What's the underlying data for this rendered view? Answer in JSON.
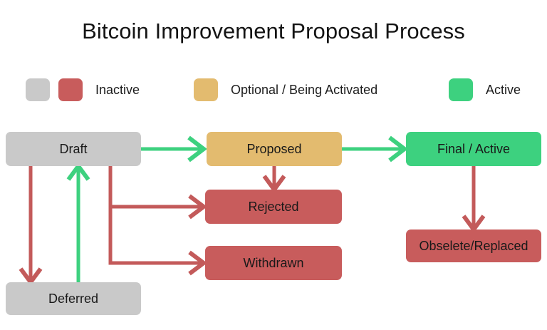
{
  "title": "Bitcoin Improvement Proposal Process",
  "colors": {
    "inactive_gray": "#c9c9c9",
    "inactive_red": "#c85c5c",
    "optional_tan": "#e3bb6f",
    "active_green": "#3dd17f",
    "edge_red": "#c35a5a",
    "edge_green": "#3dd17f",
    "text": "#191919",
    "background": "#ffffff"
  },
  "legend": {
    "items": [
      {
        "id": "inactive",
        "label": "Inactive",
        "swatches": [
          "#c9c9c9",
          "#c85c5c"
        ]
      },
      {
        "id": "optional",
        "label": "Optional / Being Activated",
        "swatches": [
          "#e3bb6f"
        ]
      },
      {
        "id": "active",
        "label": "Active",
        "swatches": [
          "#3dd17f"
        ]
      }
    ]
  },
  "nodes": [
    {
      "id": "draft",
      "label": "Draft",
      "status": "inactive",
      "fill": "#c9c9c9"
    },
    {
      "id": "proposed",
      "label": "Proposed",
      "status": "optional",
      "fill": "#e3bb6f"
    },
    {
      "id": "final",
      "label": "Final / Active",
      "status": "active",
      "fill": "#3dd17f"
    },
    {
      "id": "rejected",
      "label": "Rejected",
      "status": "inactive",
      "fill": "#c85c5c"
    },
    {
      "id": "withdrawn",
      "label": "Withdrawn",
      "status": "inactive",
      "fill": "#c85c5c"
    },
    {
      "id": "obselete",
      "label": "Obselete/Replaced",
      "status": "inactive",
      "fill": "#c85c5c"
    },
    {
      "id": "deferred",
      "label": "Deferred",
      "status": "inactive",
      "fill": "#c9c9c9"
    }
  ],
  "edges": [
    {
      "id": "draft-to-proposed",
      "from": "draft",
      "to": "proposed",
      "color": "#3dd17f"
    },
    {
      "id": "proposed-to-final",
      "from": "proposed",
      "to": "final",
      "color": "#3dd17f"
    },
    {
      "id": "proposed-to-rejected",
      "from": "proposed",
      "to": "rejected",
      "color": "#c35a5a"
    },
    {
      "id": "draft-to-rejected",
      "from": "draft",
      "to": "rejected",
      "color": "#c35a5a"
    },
    {
      "id": "draft-to-withdrawn",
      "from": "draft",
      "to": "withdrawn",
      "color": "#c35a5a"
    },
    {
      "id": "draft-to-deferred",
      "from": "draft",
      "to": "deferred",
      "color": "#c35a5a"
    },
    {
      "id": "deferred-to-draft",
      "from": "deferred",
      "to": "draft",
      "color": "#3dd17f"
    },
    {
      "id": "final-to-obselete",
      "from": "final",
      "to": "obselete",
      "color": "#c35a5a"
    }
  ]
}
